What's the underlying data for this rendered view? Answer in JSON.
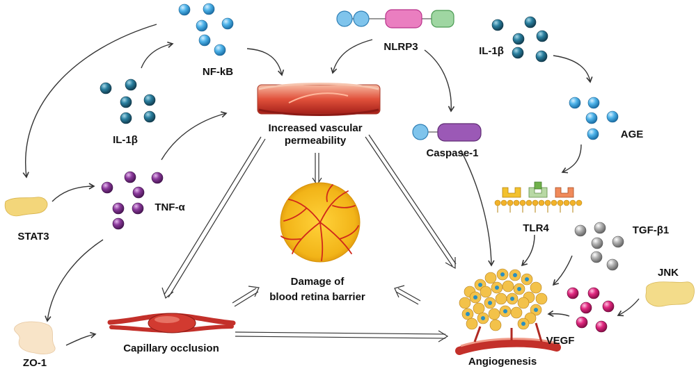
{
  "labels": {
    "nfkb": "NF-kB",
    "nlrp3": "NLRP3",
    "il1b_left": "IL-1β",
    "il1b_right": "IL-1β",
    "permeability_line1": "Increased vascular",
    "permeability_line2": "permeability",
    "caspase": "Caspase-1",
    "age": "AGE",
    "stat3": "STAT3",
    "tnfa": "TNF-α",
    "tlr4": "TLR4",
    "tgfb1": "TGF-β1",
    "damage_line1": "Damage of",
    "damage_line2": "blood retina barrier",
    "jnk": "JNK",
    "zo1": "ZO-1",
    "capillary": "Capillary occlusion",
    "vegf": "VEGF",
    "angiogenesis": "Angiogenesis"
  },
  "colors": {
    "light_blue": "#4fb4ea",
    "teal": "#1f5f7a",
    "purple": "#7b2c8a",
    "grey": "#9a9a9a",
    "pink": "#d81b7a",
    "pale_yellow": "#f3dc8a",
    "pale_peach": "#f7e2c2"
  }
}
